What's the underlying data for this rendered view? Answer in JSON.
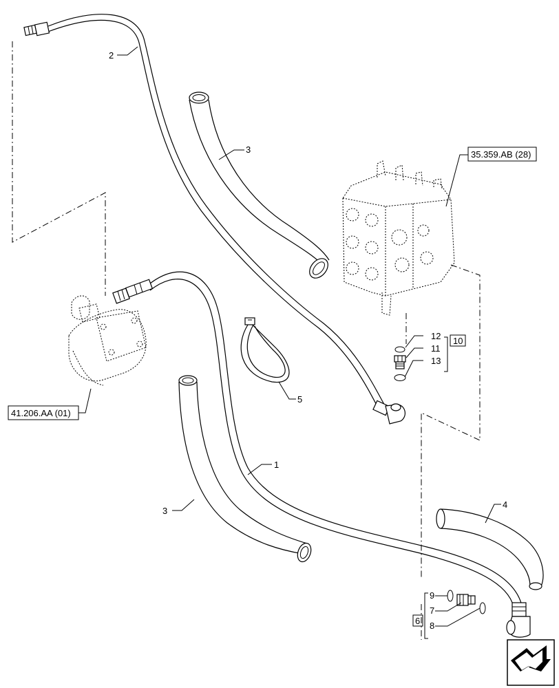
{
  "callouts": {
    "c1": "1",
    "c2": "2",
    "c3a": "3",
    "c3b": "3",
    "c4": "4",
    "c5": "5",
    "c6": "6",
    "c7": "7",
    "c8": "8",
    "c9": "9",
    "c10": "10",
    "c11": "11",
    "c12": "12",
    "c13": "13"
  },
  "references": {
    "valve": "35.359.AB (28)",
    "pump": "41.206.AA (01)"
  },
  "icons": {
    "nav": "next-page-arrow-icon"
  }
}
